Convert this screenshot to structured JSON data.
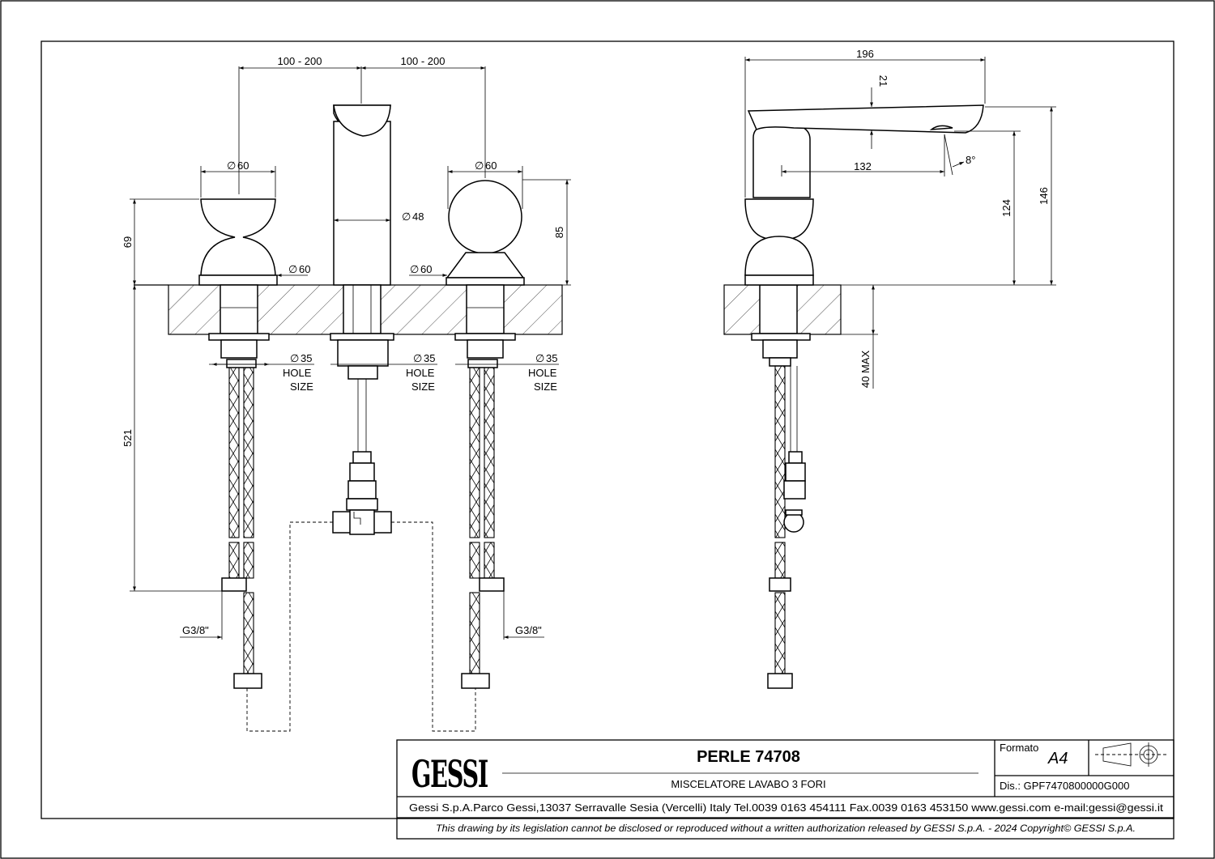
{
  "dimensions": {
    "spacing_left": "100 - 200",
    "spacing_right": "100 - 200",
    "dia_left_top": "60",
    "dia_left_base": "60",
    "dia_spout": "48",
    "dia_right_top": "60",
    "dia_right_base": "60",
    "height_left": "69",
    "height_right": "85",
    "hose_length": "521",
    "hole_dia_1": "35",
    "hole_dia_2": "35",
    "hole_dia_3": "35",
    "hole_label": "HOLE",
    "size_label": "SIZE",
    "thread_left": "G3/8\"",
    "thread_right": "G3/8\"",
    "side_length": "196",
    "side_thickness": "21",
    "side_reach": "132",
    "side_angle": "8°",
    "side_height_outlet": "124",
    "side_height_total": "146",
    "side_max_deck": "40 MAX"
  },
  "title_block": {
    "logo": "GESSI",
    "product": "PERLE 74708",
    "description": "MISCELATORE LAVABO 3 FORI",
    "format_label": "Formato",
    "format_value": "A4",
    "drawing_no": "Dis.: GPF7470800000G000",
    "address": "Gessi S.p.A.Parco Gessi,13037 Serravalle Sesia (Vercelli) Italy Tel.0039 0163 454111 Fax.0039 0163 453150 www.gessi.com e-mail:gessi@gessi.it",
    "copyright": "This drawing by its legislation cannot be disclosed or reproduced without a written authorization released by GESSI S.p.A. - 2024 Copyright© GESSI S.p.A."
  }
}
